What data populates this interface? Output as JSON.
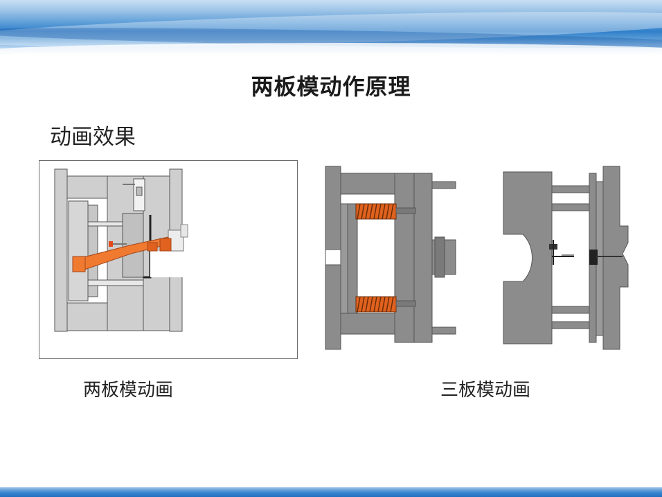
{
  "slide": {
    "title": "两板模动作原理",
    "section_label": "动画效果",
    "captions": {
      "two_plate": "两板模动画",
      "three_plate": "三板模动画"
    }
  },
  "colors": {
    "mold_gray": "#8c8c8c",
    "mold_dark": "#6e6e6e",
    "light_gray": "#cfcfcf",
    "spring_orange": "#e0621e",
    "accent_orange": "#f07a30",
    "banner_blue": "#2f7fca"
  }
}
